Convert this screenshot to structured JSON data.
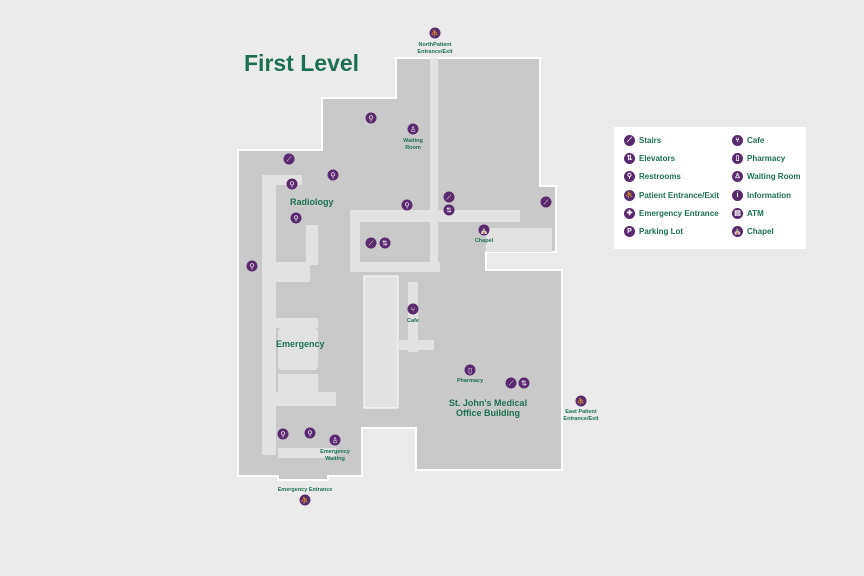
{
  "title": "First Level",
  "colors": {
    "background": "#ebebeb",
    "building": "#c9c9c9",
    "corridor": "#e2e2e2",
    "outline": "#ffffff",
    "accent_green": "#1f7050",
    "icon_purple": "#5a2a6e"
  },
  "areas": {
    "radiology": "Radiology",
    "emergency": "Emergency",
    "medical_office_line1": "St. John's Medical",
    "medical_office_line2": "Office Building"
  },
  "labels": {
    "north_entrance_line1": "NorthPatient",
    "north_entrance_line2": "Entrance/Exit",
    "waiting_room_line1": "Waiting",
    "waiting_room_line2": "Room",
    "chapel": "Chapel",
    "cafe": "Cafe",
    "pharmacy": "Pharmacy",
    "east_entrance_line1": "East Patient",
    "east_entrance_line2": "Entrance/Exit",
    "emergency_waiting_line1": "Emergency",
    "emergency_waiting_line2": "Waiting",
    "emergency_entrance": "Emergency Entrance"
  },
  "legend": {
    "left": [
      {
        "label": "Stairs",
        "icon": "stairs-icon",
        "glyph": "⟋"
      },
      {
        "label": "Elevators",
        "icon": "elevator-icon",
        "glyph": "⇅"
      },
      {
        "label": "Restrooms",
        "icon": "restroom-icon",
        "glyph": "⚲"
      },
      {
        "label": "Patient Entrance/Exit",
        "icon": "patient-entrance-icon",
        "glyph": "⛹"
      },
      {
        "label": "Emergency Entrance",
        "icon": "emergency-entrance-icon",
        "glyph": "✚"
      },
      {
        "label": "Parking Lot",
        "icon": "parking-icon",
        "glyph": "P"
      }
    ],
    "right": [
      {
        "label": "Cafe",
        "icon": "cafe-icon",
        "glyph": "⑂"
      },
      {
        "label": "Pharmacy",
        "icon": "pharmacy-icon",
        "glyph": "▯"
      },
      {
        "label": "Waiting Room",
        "icon": "waiting-room-icon",
        "glyph": "♙"
      },
      {
        "label": "Information",
        "icon": "information-icon",
        "glyph": "i"
      },
      {
        "label": "ATM",
        "icon": "atm-icon",
        "glyph": "▤"
      },
      {
        "label": "Chapel",
        "icon": "chapel-icon",
        "glyph": "⛪"
      }
    ]
  }
}
